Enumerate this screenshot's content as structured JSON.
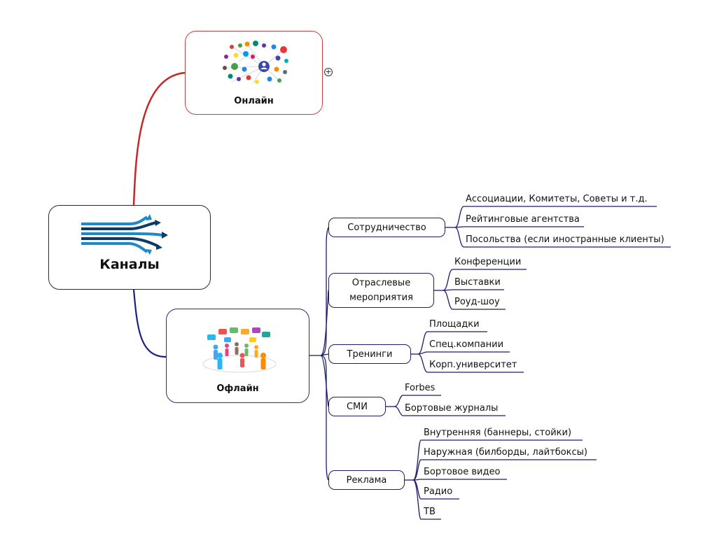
{
  "root": {
    "title": "Каналы"
  },
  "online": {
    "label": "Онлайн",
    "expand_symbol": "+"
  },
  "offline": {
    "label": "Офлайн",
    "categories": [
      {
        "label": "Сотрудничество",
        "leaves": [
          "Ассоциации, Комитеты, Советы и т.д.",
          "Рейтинговые агентства",
          "Посольства (если иностранные клиенты)"
        ]
      },
      {
        "label": "Отраслевые мероприятия",
        "leaves": [
          "Конференции",
          "Выставки",
          "Роуд-шоу"
        ]
      },
      {
        "label": "Тренинги",
        "leaves": [
          "Площадки",
          "Спец.компании",
          "Корп.университет"
        ]
      },
      {
        "label": "СМИ",
        "leaves": [
          "Forbes",
          "Бортовые журналы"
        ]
      },
      {
        "label": "Реклама",
        "leaves": [
          "Внутренняя (баннеры, стойки)",
          "Наружная (билборды, лайтбоксы)",
          "Бортовое видео",
          "Радио",
          "ТВ"
        ]
      }
    ]
  },
  "colors": {
    "online_branch": "#c62828",
    "offline_branch": "#1a237e",
    "arrows_primary": "#1e88c8",
    "arrows_dark": "#0d3b66"
  },
  "icons": {
    "root": "channels-arrows-icon",
    "online": "social-network-icon",
    "offline": "people-discussion-icon"
  }
}
